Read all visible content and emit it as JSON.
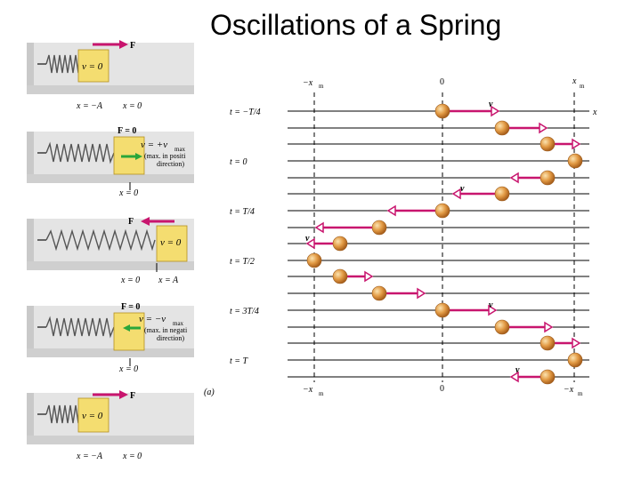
{
  "title": "Oscillations of a Spring",
  "left_panels": {
    "p1": {
      "force_label": "F",
      "box_label": "v = 0",
      "x_labels": [
        "x = −A",
        "x = 0"
      ]
    },
    "p2": {
      "force_label": "F = 0",
      "box_label": "v = +v",
      "box_sub": "max",
      "note": [
        "(max. in positi",
        "direction)"
      ],
      "x_labels": [
        "x = 0"
      ]
    },
    "p3": {
      "force_label": "F",
      "box_label": "v = 0",
      "x_labels": [
        "x = 0",
        "x = A"
      ]
    },
    "p4": {
      "force_label": "F = 0",
      "box_label": "v = −v",
      "box_sub": "max",
      "note": [
        "(max. in negati",
        "direction)"
      ],
      "x_labels": [
        "x = 0"
      ]
    },
    "p5": {
      "force_label": "F",
      "box_label": "v = 0",
      "x_labels": [
        "x = −A",
        "x = 0"
      ]
    }
  },
  "panel_label": "(a)",
  "right": {
    "top_labels": {
      "left": "−x",
      "left_sub": "m",
      "center": "0",
      "right": "x",
      "right_sub": "m"
    },
    "bottom_labels": {
      "left": "−x",
      "left_sub": "m",
      "center": "0",
      "right": "−x",
      "right_sub": "m"
    },
    "axis_label": "x",
    "time_labels": [
      "t = −T/4",
      "t = 0",
      "t = T/4",
      "t = T/2",
      "t = 3T/4",
      "t = T"
    ],
    "v_label": "v"
  },
  "colors": {
    "spring_block": "#f4dd70",
    "wall": "#c8c8c8",
    "force_arrow": "#c8156e",
    "vel_arrow": "#2aa63a",
    "ball": "#e29a44",
    "ball_arrow": "#c8156e"
  }
}
